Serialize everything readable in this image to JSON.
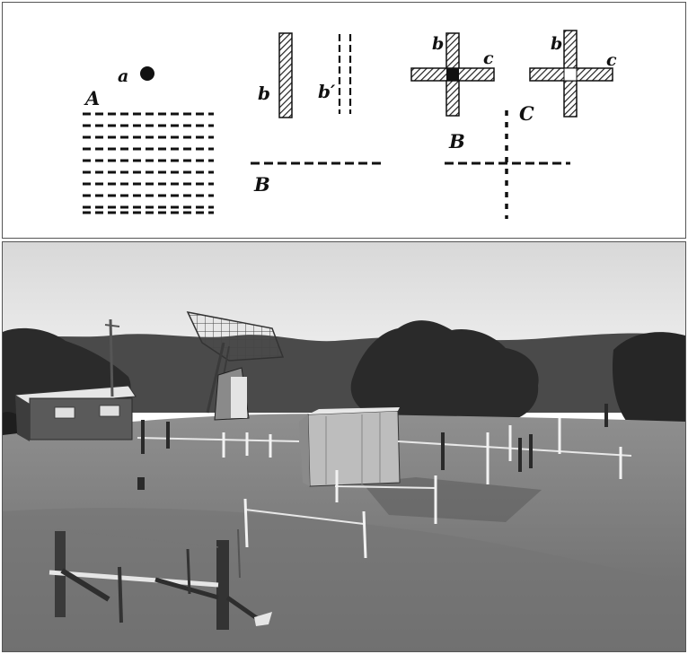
{
  "diagram": {
    "labels": {
      "A": "A",
      "a": "a",
      "b1": "b",
      "b_prime": "b′",
      "B1": "B",
      "b2": "b",
      "c2": "c",
      "C": "C",
      "B2": "B",
      "b3": "b",
      "c3": "c"
    }
  },
  "photo": {
    "subject": "field-antennas-with-dish-and-huts"
  },
  "colors": {
    "ink": "#111111",
    "hatch": "#333333"
  }
}
